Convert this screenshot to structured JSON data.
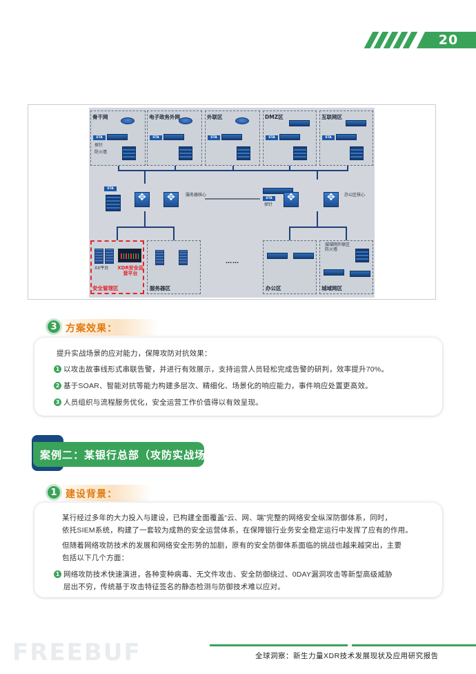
{
  "header": {
    "page_number": "20",
    "accent_color": "#3aa35a"
  },
  "diagram": {
    "zones": {
      "backbone": "骨干网",
      "egov": "电子政务外网",
      "extranet": "外联区",
      "dmz": "DMZ区",
      "internet": "互联网区",
      "security_mgmt": "安全管理区",
      "server_area": "服务器区",
      "office": "办公区",
      "metro": "城域网区"
    },
    "labels": {
      "sta": "STA",
      "probe": "探针",
      "firewall": "防火墙",
      "server_core": "服务器核心",
      "probe2": "探针",
      "office_core": "办公区核心",
      "xx_platform": "XX平台",
      "xdr_platform": "XDR安全运营平台",
      "metro_fw": "城域网外联区防火墙",
      "ellipsis": "……"
    }
  },
  "section3": {
    "number": "3",
    "title": "方案效果：",
    "intro": "提升实战场景的应对能力，保障攻防对抗效果：",
    "items": [
      {
        "num": "1",
        "text": "以攻击故事线形式串联告警，并进行有效展示，支持运营人员轻松完成告警的研判，效率提升70%。"
      },
      {
        "num": "2",
        "text": "基于SOAR、智能对抗等能力构建多层次、精细化、场景化的响应能力，事件响应处置更高效。"
      },
      {
        "num": "3",
        "text": "人员组织与流程服务优化，安全运营工作价值得以有效呈现。"
      }
    ]
  },
  "case2": {
    "title": "案例二：某银行总部（攻防实战场景）"
  },
  "section1": {
    "number": "1",
    "title": "建设背景：",
    "para1_line1": "某行经过多年的大力投入与建设，已构建全面覆盖“云、网、端”完整的网络安全纵深防御体系，同时，",
    "para1_line2": "依托SIEM系统，构建了一套较为成熟的安全运营体系，在保障银行业务安全稳定运行中发挥了应有的作用。",
    "para2_line1": "但随着网络攻防技术的发展和网络安全形势的加剧，原有的安全防御体系面临的挑战也越来越突出，主要",
    "para2_line2": "包括以下几个方面：",
    "item1_num": "1",
    "item1_line1": "网络攻防技术快速演进，各种变种病毒、无文件攻击、安全防御绕过、0DAY漏洞攻击等新型高级威胁",
    "item1_line2": "层出不穷，传统基于攻击特征签名的静态检测与防御技术难以应对。"
  },
  "footer": {
    "report_title": "全球洞察：新生力量XDR技术发展现状及应用研究报告",
    "watermark": "FREEBUF"
  }
}
